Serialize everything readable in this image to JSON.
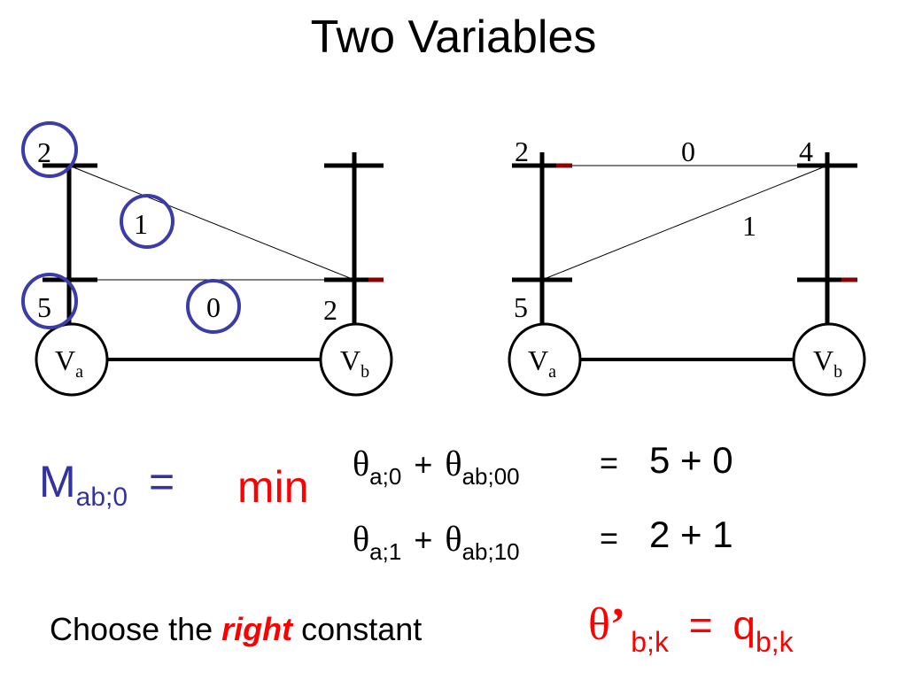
{
  "slide": {
    "title": "Two Variables"
  },
  "left_graph": {
    "va_label": "V",
    "va_sub": "a",
    "vb_label": "V",
    "vb_sub": "b",
    "a_top_value": "2",
    "a_bottom_value": "5",
    "b_bottom_value": "2",
    "edge_top_label": "1",
    "edge_bottom_label": "0",
    "highlight_color": "#3c3ca8"
  },
  "right_graph": {
    "va_label": "V",
    "va_sub": "a",
    "vb_label": "V",
    "vb_sub": "b",
    "a_top_value": "2",
    "a_bottom_value": "5",
    "b_top_value": "4",
    "edge_top_label": "0",
    "edge_diag_label": "1"
  },
  "equation": {
    "lhs_main": "M",
    "lhs_sub": "ab;0",
    "lhs_eq": "=",
    "min_label": "min",
    "row1": {
      "t1": "θ",
      "t1_sub": "a;0",
      "plus": "+",
      "t2": "θ",
      "t2_sub": "ab;00",
      "eq": "=",
      "value": "5 + 0"
    },
    "row2": {
      "t1": "θ",
      "t1_sub": "a;1",
      "plus": "+",
      "t2": "θ",
      "t2_sub": "ab;10",
      "eq": "=",
      "value": "2 + 1"
    }
  },
  "footer": {
    "choose_prefix": "Choose the",
    "choose_emph": "right",
    "choose_suffix": "constant",
    "formula_theta": "θ",
    "formula_prime": "’",
    "formula_sub": "b;k",
    "formula_eq": "=",
    "formula_q": "q",
    "formula_q_sub": "b;k"
  },
  "colors": {
    "blue_text": "#3333a0",
    "red_text": "#ff0000",
    "tick_accent": "#8b0000"
  }
}
